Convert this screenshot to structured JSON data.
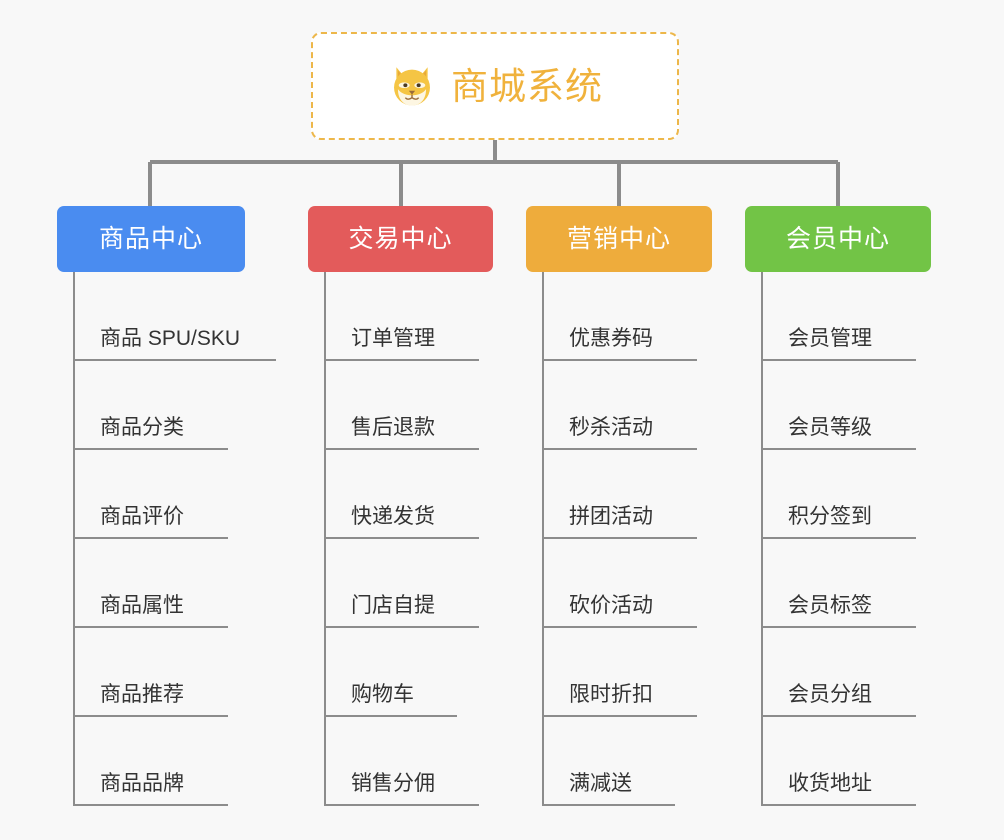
{
  "page": {
    "background_color": "#f8f8f8",
    "connector_color": "#8c8c8c"
  },
  "root": {
    "title": "商城系统",
    "icon": "shiba-dog-icon",
    "text_color": "#f0b23c",
    "border_color": "#edb74a",
    "background_color": "#ffffff"
  },
  "categories": [
    {
      "label": "商品中心",
      "color": "#4a8cf0",
      "items": [
        "商品 SPU/SKU",
        "商品分类",
        "商品评价",
        "商品属性",
        "商品推荐",
        "商品品牌"
      ]
    },
    {
      "label": "交易中心",
      "color": "#e35b5b",
      "items": [
        "订单管理",
        "售后退款",
        "快递发货",
        "门店自提",
        "购物车",
        "销售分佣"
      ]
    },
    {
      "label": "营销中心",
      "color": "#eeac3c",
      "items": [
        "优惠券码",
        "秒杀活动",
        "拼团活动",
        "砍价活动",
        "限时折扣",
        "满减送"
      ]
    },
    {
      "label": "会员中心",
      "color": "#72c446",
      "items": [
        "会员管理",
        "会员等级",
        "积分签到",
        "会员标签",
        "会员分组",
        "收货地址"
      ]
    }
  ]
}
